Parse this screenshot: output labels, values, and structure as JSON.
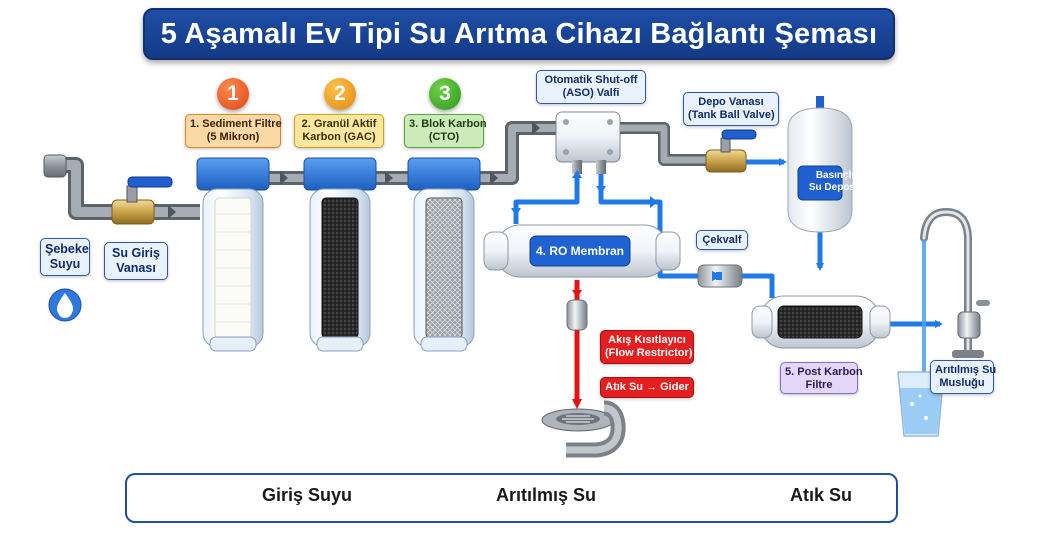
{
  "title": "5 Aşamalı Ev Tipi Su Arıtma Cihazı Bağlantı Şeması",
  "colors": {
    "inlet_water": "#6d747c",
    "purified_water": "#1f7ae8",
    "waste_water": "#e21414",
    "title_bg": "#1a45a0"
  },
  "labels": {
    "sebeke_suyu": [
      "Şebeke",
      "Suyu"
    ],
    "su_giris_vanasi": [
      "Su Giriş",
      "Vanası"
    ],
    "aso_valve": [
      "Otomatik Shut-off",
      "(ASO) Valfi"
    ],
    "depo_vanasi": [
      "Depo Vanası",
      "(Tank Ball Valve)"
    ],
    "cekvalf": "Çekvalf",
    "akis_kisitlayici": [
      "Akış Kısıtlayıcı",
      "(Flow Restrictor)"
    ],
    "atik_su_gider": "Atık Su → Gider",
    "aritilmis_su_muslugu": [
      "Arıtılmış Su",
      "Musluğu"
    ]
  },
  "stages": [
    {
      "number": "1",
      "name_lines": [
        "1. Sediment Filtre",
        "(5 Mikron)"
      ],
      "icon": "sediment-filter"
    },
    {
      "number": "2",
      "name_lines": [
        "2. Granül Aktif",
        "Karbon (GAC)"
      ],
      "icon": "gac-filter"
    },
    {
      "number": "3",
      "name_lines": [
        "3. Blok Karbon",
        "(CTO)"
      ],
      "icon": "cto-filter"
    },
    {
      "number": "4",
      "name": "4. RO Membran",
      "icon": "ro-membrane"
    },
    {
      "number": "5",
      "name_lines": [
        "5. Post Karbon",
        "Filtre"
      ],
      "icon": "post-carbon-filter"
    }
  ],
  "tank": [
    "Basınçlı",
    "Su Deposu"
  ],
  "icons": [
    "water-drop-icon",
    "valve-handle-icon",
    "check-valve-arrow-icon",
    "drain-icon",
    "faucet-icon",
    "glass-icon"
  ],
  "legend": {
    "inlet": "Giriş Suyu",
    "purified": "Arıtılmış Su",
    "waste": "Atık Su"
  }
}
